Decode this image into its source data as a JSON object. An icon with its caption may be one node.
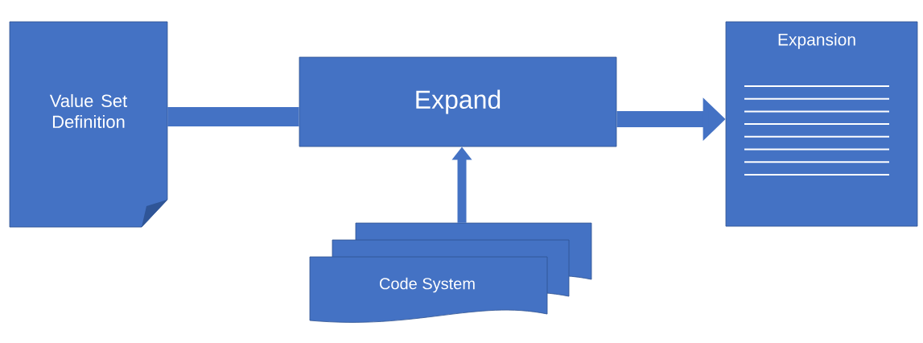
{
  "diagram": {
    "nodes": [
      {
        "text": [
          "Value Set Definition"
        ]
      },
      {
        "text": [
          "Expand"
        ]
      },
      {
        "text": [
          "Expansion"
        ]
      },
      {
        "text": [
          "Code System"
        ]
      }
    ],
    "edges": [
      {
        "from": 0,
        "to": 1,
        "arrow": "none"
      },
      {
        "from": 1,
        "to": 2,
        "arrow": "to"
      },
      {
        "from": 3,
        "to": 1,
        "arrow": "to"
      }
    ]
  }
}
